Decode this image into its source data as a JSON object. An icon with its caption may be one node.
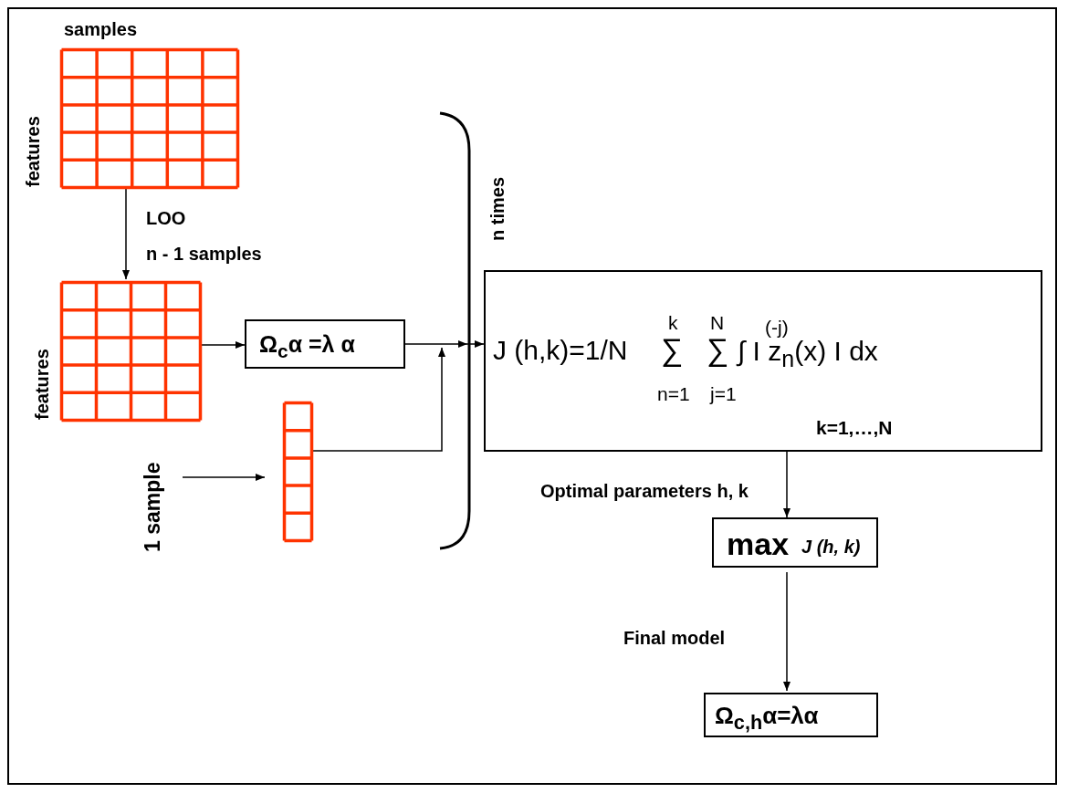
{
  "diagram": {
    "nodes": [
      {
        "text": [],
        "shape": "grid",
        "beside": [
          "samples",
          "features"
        ]
      },
      {
        "text": [],
        "shape": "grid",
        "beside": [
          "features"
        ]
      },
      {
        "text": [
          "Ω$_{c}$α =λ α"
        ]
      },
      {
        "text": [
          "1 sample"
        ]
      },
      {
        "text": [],
        "shape": "grid"
      },
      {
        "text": [
          "J (h,k)=1/N",
          "k",
          "∑",
          "n=1",
          "N",
          "∑",
          "j=1",
          "(-j)",
          "∫ I z$_{n}$(x) I dx",
          "k=1,…,N"
        ]
      },
      {
        "text": [
          "max",
          "J (h, k)"
        ]
      },
      {
        "text": [
          "Ω$_{c,h}$α=λα"
        ]
      }
    ],
    "edges": [
      {
        "from": 0,
        "to": 1,
        "arrow": "to",
        "label": "LOO"
      },
      {
        "from": 1,
        "to": 2,
        "arrow": "to"
      },
      {
        "from": 2,
        "to": 5,
        "arrow": "to"
      },
      {
        "from": 3,
        "to": 4,
        "arrow": "to"
      },
      {
        "from": 4,
        "to": 5,
        "arrow": "to"
      },
      {
        "from": 5,
        "to": 6,
        "arrow": "to",
        "label": "Optimal parameters h, k"
      },
      {
        "from": 6,
        "to": 7,
        "arrow": "to",
        "label": "Final model"
      }
    ],
    "labels": [
      "n - 1 samples",
      "n times"
    ]
  }
}
